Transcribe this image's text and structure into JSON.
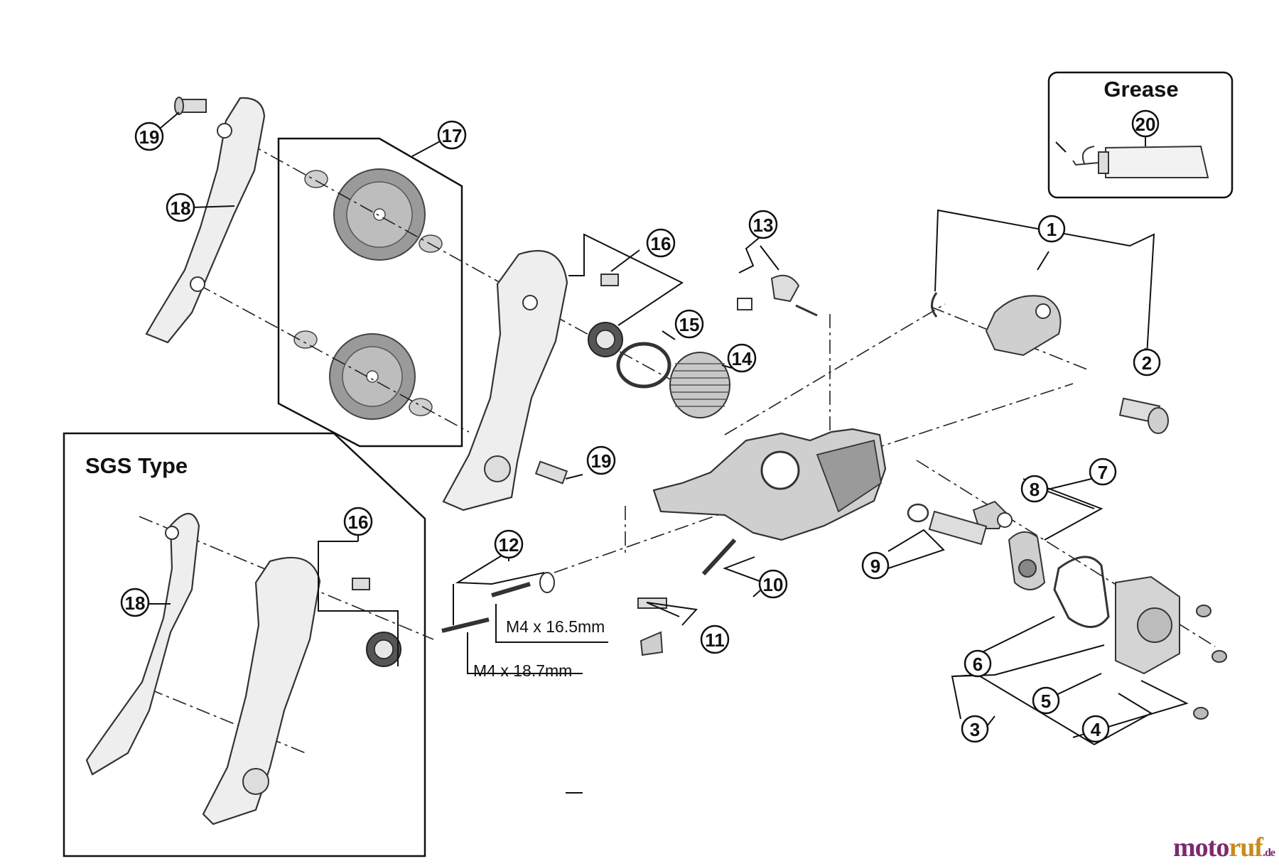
{
  "boxes": {
    "grease_title": "Grease",
    "sgs_title": "SGS Type"
  },
  "specs": {
    "spec_1": "M4 x 16.5mm",
    "spec_2": "M4 x 18.7mm"
  },
  "callouts": [
    "1",
    "2",
    "3",
    "4",
    "5",
    "6",
    "7",
    "8",
    "9",
    "10",
    "11",
    "12",
    "13",
    "14",
    "15",
    "16",
    "17",
    "18",
    "19",
    "20"
  ],
  "watermark": {
    "part_a": "moto",
    "part_b": "ruf",
    "part_c": ".de"
  },
  "colors": {
    "line": "#111111",
    "part_fill": "#d4d4d4",
    "part_fill_dark": "#9a9a9a",
    "watermark_purple": "#7a2a6e",
    "watermark_orange": "#c98a1e"
  }
}
